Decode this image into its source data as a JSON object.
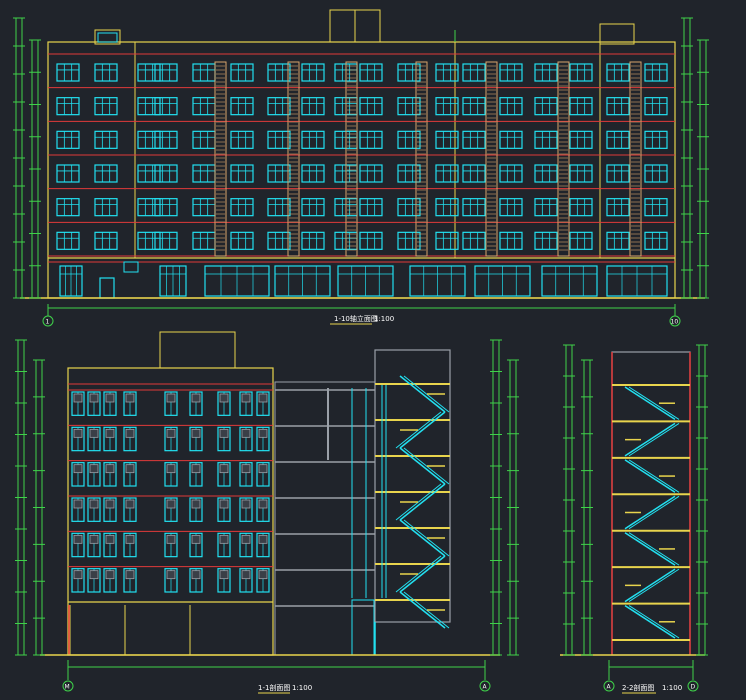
{
  "drawing": {
    "background": "#20242b",
    "colors": {
      "frame": "#e8d44d",
      "window": "#22e0f0",
      "floor_line": "#e03a3a",
      "dim_green": "#3fd24a",
      "balcony": "#d9a36b",
      "stair": "#22e0f0",
      "wall_gray": "#9aa0a8",
      "text": "#ffffff"
    },
    "views": [
      {
        "id": "front-elevation",
        "title_label": "1-10轴立面图",
        "scale_label": "1:100",
        "floors": 6,
        "axis_left": "1",
        "axis_right": "10"
      },
      {
        "id": "side-section",
        "title_label": "1-1剖面图",
        "scale_label": "1:100",
        "floors": 6,
        "axis_left": "M",
        "axis_right": "A"
      },
      {
        "id": "stair-section",
        "title_label": "2-2剖面图",
        "scale_label": "1:100",
        "floors": 7,
        "axis_left": "A",
        "axis_right": "D"
      }
    ]
  }
}
